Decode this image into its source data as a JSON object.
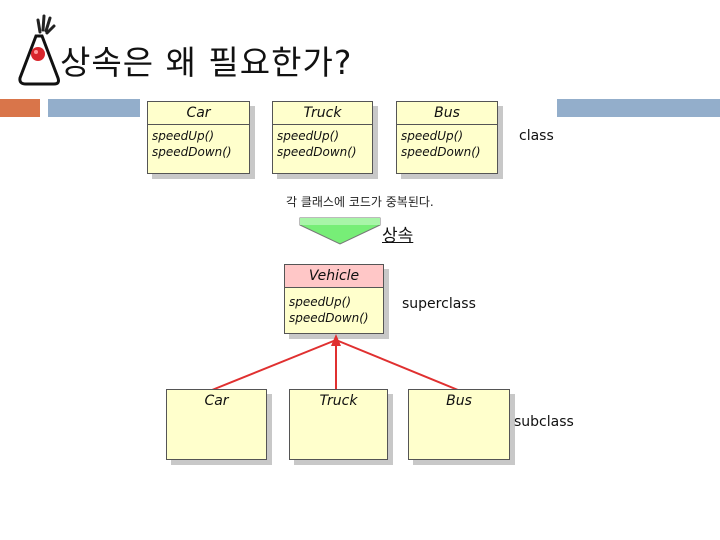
{
  "title": "상속은 왜 필요한가?",
  "top_classes": [
    {
      "name": "Car",
      "methods": [
        "speedUp()",
        "speedDown()"
      ]
    },
    {
      "name": "Truck",
      "methods": [
        "speedUp()",
        "speedDown()"
      ]
    },
    {
      "name": "Bus",
      "methods": [
        "speedUp()",
        "speedDown()"
      ]
    }
  ],
  "label_class": "class",
  "note_duplicate": "각 클래스에 코드가 중복된다.",
  "inherit_label": "상속",
  "superclass": {
    "name": "Vehicle",
    "methods": [
      "speedUp()",
      "speedDown()"
    ]
  },
  "label_superclass": "superclass",
  "subclasses": [
    {
      "name": "Car"
    },
    {
      "name": "Truck"
    },
    {
      "name": "Bus"
    }
  ],
  "label_subclass": "subclass",
  "colors": {
    "class_fill": "#ffffcc",
    "super_header": "#ffc7c7",
    "arrow": "#e03030",
    "accent_orange": "#d9754a",
    "accent_blue": "#93aecb",
    "down_arrow": "#77ee77"
  },
  "icons": {
    "logo": "java-duke-icon"
  }
}
